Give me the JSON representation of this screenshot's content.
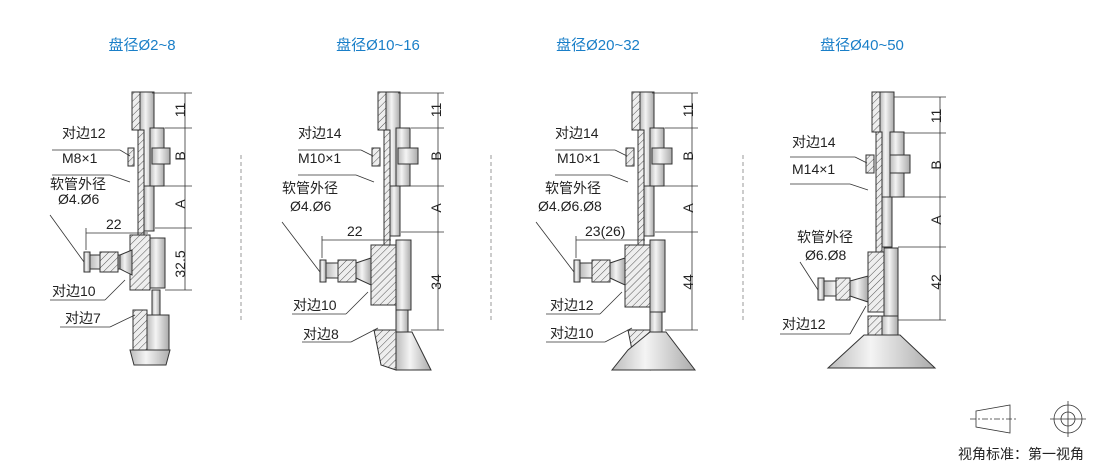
{
  "views": [
    {
      "title": "盘径Ø2~8",
      "hex_top": "对边12",
      "thread": "M8×1",
      "hose_label": "软管外径",
      "hose_sizes": "Ø4.Ø6",
      "offset": "22",
      "dim_11": "11",
      "dim_b": "B",
      "dim_a": "A",
      "dim_body": "32.5",
      "hex_fitting": "对边10",
      "hex_bottom": "对边7"
    },
    {
      "title": "盘径Ø10~16",
      "hex_top": "对边14",
      "thread": "M10×1",
      "hose_label": "软管外径",
      "hose_sizes": "Ø4.Ø6",
      "offset": "22",
      "dim_11": "11",
      "dim_b": "B",
      "dim_a": "A",
      "dim_body": "34",
      "hex_fitting": "对边10",
      "hex_bottom": "对边8"
    },
    {
      "title": "盘径Ø20~32",
      "hex_top": "对边14",
      "thread": "M10×1",
      "hose_label": "软管外径",
      "hose_sizes": "Ø4.Ø6.Ø8",
      "offset": "23(26)",
      "dim_11": "11",
      "dim_b": "B",
      "dim_a": "A",
      "dim_body": "44",
      "hex_fitting": "对边12",
      "hex_bottom": "对边10"
    },
    {
      "title": "盘径Ø40~50",
      "hex_top": "对边14",
      "thread": "M14×1",
      "hose_label": "软管外径",
      "hose_sizes": "Ø6.Ø8",
      "dim_11": "11",
      "dim_b": "B",
      "dim_a": "A",
      "dim_body": "42",
      "hex_fitting": "对边12"
    }
  ],
  "projection": {
    "label": "视角标准：第一视角"
  },
  "colors": {
    "title": "#1a7fc8",
    "line": "#333333"
  }
}
